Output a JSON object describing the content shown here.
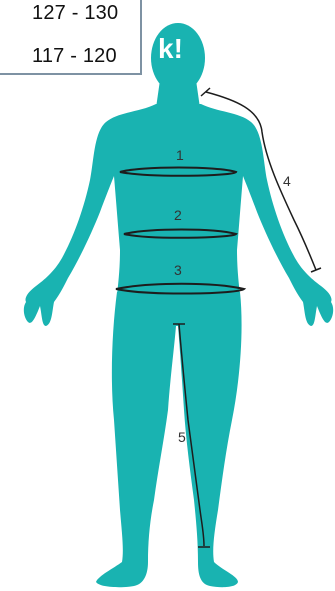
{
  "size_table": {
    "rows": [
      "127 - 130",
      "117 - 120"
    ]
  },
  "logo": {
    "text": "k!"
  },
  "measurements": [
    {
      "label": "1"
    },
    {
      "label": "2"
    },
    {
      "label": "3"
    },
    {
      "label": "4"
    },
    {
      "label": "5"
    }
  ],
  "colors": {
    "body": "#19b3b1",
    "line": "#1d1d1d",
    "label": "#333333",
    "table_border": "#7e92a3"
  }
}
